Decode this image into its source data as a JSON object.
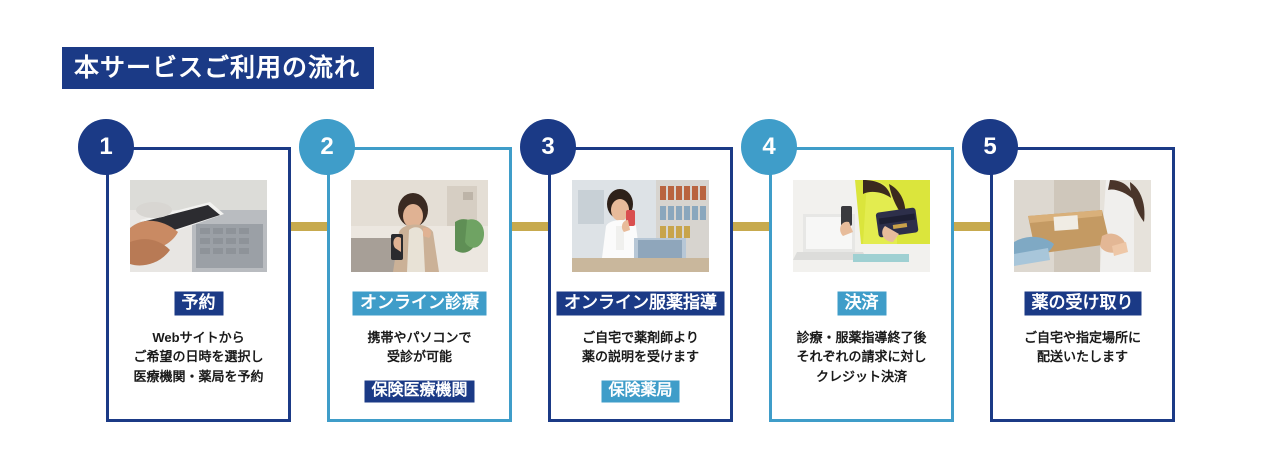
{
  "title": {
    "text": "本サービスご利用の流れ",
    "background_color": "#1b3a86",
    "text_color": "#ffffff"
  },
  "colors": {
    "navy": "#1b3a86",
    "light_blue": "#3f9dc9",
    "connector_gold": "#c7aa4e",
    "page_background": "#ffffff",
    "body_text": "#1a1a1a"
  },
  "steps": [
    {
      "number": "1",
      "accent": "navy",
      "badge": "予約",
      "badge_style": "navy",
      "description_lines": [
        "Webサイトから",
        "ご希望の日時を選択し",
        "医療機関・薬局を予約"
      ],
      "tag": "",
      "tag_style": "none",
      "photo_alt": "スマートフォンとノートパソコンを操作する手"
    },
    {
      "number": "2",
      "accent": "light",
      "badge": "オンライン診療",
      "badge_style": "light",
      "description_lines": [
        "携帯やパソコンで",
        "受診が可能"
      ],
      "tag": "保険医療機関",
      "tag_style": "navy",
      "photo_alt": "自宅でスマートフォンを見る女性"
    },
    {
      "number": "3",
      "accent": "navy",
      "badge": "オンライン服薬指導",
      "badge_style": "navy",
      "description_lines": [
        "ご自宅で薬剤師より",
        "薬の説明を受けます"
      ],
      "tag": "保険薬局",
      "tag_style": "light",
      "photo_alt": "薬局でパソコンに向かう薬剤師"
    },
    {
      "number": "4",
      "accent": "light",
      "badge": "決済",
      "badge_style": "light",
      "description_lines": [
        "診療・服薬指導終了後",
        "それぞれの請求に対し",
        "クレジット決済"
      ],
      "tag": "",
      "tag_style": "none",
      "photo_alt": "クレジットカードとノートパソコンを持つ女性"
    },
    {
      "number": "5",
      "accent": "navy",
      "badge": "薬の受け取り",
      "badge_style": "navy",
      "description_lines": [
        "ご自宅や指定場所に",
        "配送いたします"
      ],
      "tag": "",
      "tag_style": "none",
      "photo_alt": "段ボール箱を受け取る人"
    }
  ]
}
